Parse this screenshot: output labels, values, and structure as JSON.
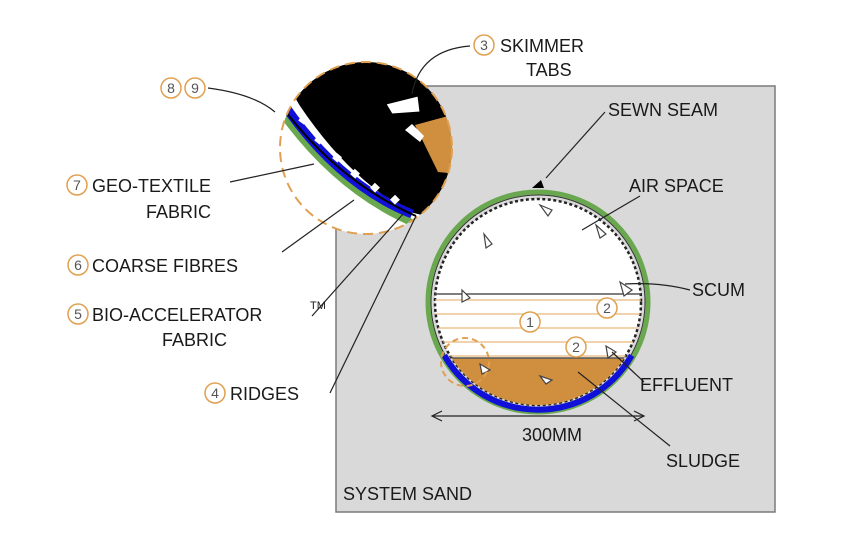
{
  "labels": {
    "skimmer_num": "3",
    "skimmer_line1": "SKIMMER",
    "skimmer_line2": "TABS",
    "sewn_seam": "SEWN SEAM",
    "air_space": "AIR SPACE",
    "scum": "SCUM",
    "effluent": "EFFLUENT",
    "sludge": "SLUDGE",
    "width": "300MM",
    "system_sand": "SYSTEM SAND",
    "num_8": "8",
    "num_9": "9",
    "geo_num": "7",
    "geo_line1": "GEO-TEXTILE",
    "geo_line2": "FABRIC",
    "coarse_num": "6",
    "coarse": "COARSE FIBRES",
    "bio_num": "5",
    "bio_line1": "BIO-ACCELERATOR",
    "bio_tm": "TM",
    "bio_line2": "FABRIC",
    "ridges_num": "4",
    "ridges": "RIDGES",
    "zone_1": "1",
    "zone_2a": "2",
    "zone_2b": "2"
  },
  "colors": {
    "sand": "#d9d9d9",
    "green": "#6aa84f",
    "blue": "#1010d8",
    "sludge": "#cf8f3f",
    "effluent_line": "#e6b87a",
    "callout": "#e0a050",
    "black": "#000000"
  }
}
